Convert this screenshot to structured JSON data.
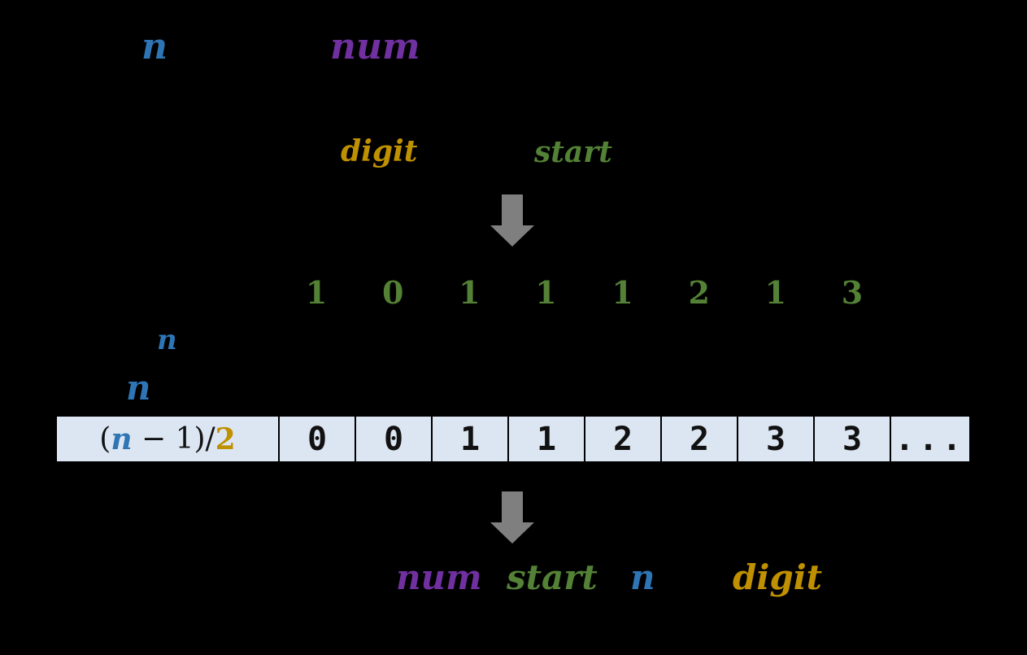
{
  "colors": {
    "background": "#000000",
    "accent_blue": "#2E75B6",
    "accent_purple": "#7030A0",
    "accent_gold": "#BF9000",
    "accent_green": "#538135",
    "arrow_gray": "#7F7F7F",
    "table_cell_bg": "#DCE6F2",
    "table_border": "#000000"
  },
  "labels": {
    "top_n": "n",
    "top_num": "num",
    "mid_digit": "digit",
    "mid_start": "start",
    "mid_n_1": "n",
    "mid_n_2": "n",
    "bottom_num": "num",
    "bottom_start": "start",
    "bottom_n": "n",
    "bottom_digit": "digit"
  },
  "green_row": {
    "values": [
      "1",
      "0",
      "1",
      "1",
      "1",
      "2",
      "1",
      "3"
    ]
  },
  "table": {
    "formula": {
      "open": "(",
      "variable": "n",
      "middle": " − 1)/",
      "divisor": "2"
    },
    "cells": [
      "0",
      "0",
      "1",
      "1",
      "2",
      "2",
      "3",
      "3"
    ],
    "ellipsis": "..."
  },
  "icons": {
    "arrow_1": "arrow-down-icon",
    "arrow_2": "arrow-down-icon"
  }
}
